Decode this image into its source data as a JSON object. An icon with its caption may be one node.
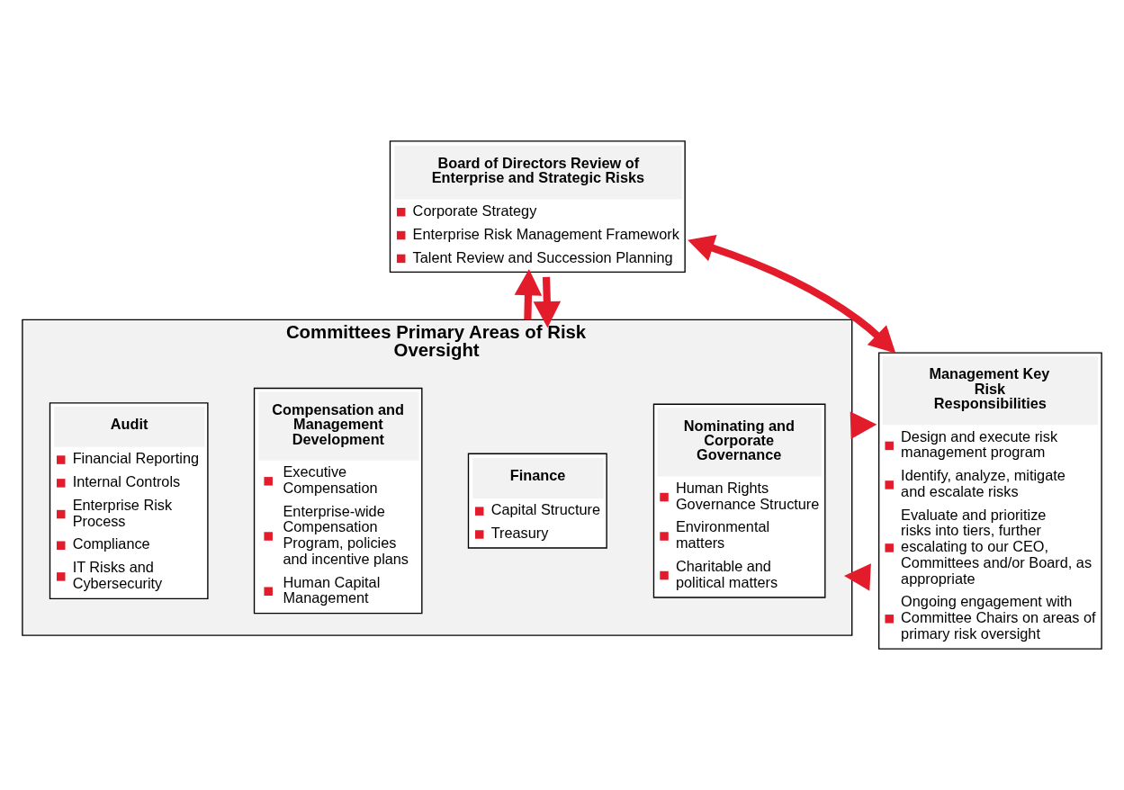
{
  "diagram": {
    "nodes": [
      {
        "text": [
          "Board of Directors Review of Enterprise and Strategic Risks",
          "Corporate Strategy",
          "Enterprise Risk Management Framework",
          "Talent Review and Succession Planning"
        ]
      },
      {
        "text": [
          "Committees Primary Areas of Risk Oversight"
        ]
      },
      {
        "text": [
          "Audit",
          "Financial Reporting",
          "Internal Controls",
          "Enterprise Risk Process",
          "Compliance",
          "IT Risks and Cybersecurity"
        ],
        "in": 1
      },
      {
        "text": [
          "Compensation and Management Development",
          "Executive Compensation",
          "Enterprise-wide Compensation Program, policies and incentive plans",
          "Human Capital Management"
        ],
        "in": 1
      },
      {
        "text": [
          "Finance",
          "Capital Structure",
          "Treasury"
        ],
        "in": 1
      },
      {
        "text": [
          "Nominating and Corporate Governance",
          "Human Rights Governance Structure",
          "Environmental matters",
          "Charitable and political matters"
        ],
        "in": 1
      },
      {
        "text": [
          "Management Key Risk Responsibilities",
          "Design and execute risk management program",
          "Identify, analyze, mitigate and escalate risks",
          "Evaluate and prioritize risks into tiers, further escalating to our CEO, Committees and/or Board, as appropriate",
          "Ongoing engagement with Committee Chairs on areas of primary risk oversight"
        ]
      }
    ],
    "edges": [
      {
        "from": 1,
        "to": 0,
        "arrow": "to"
      },
      {
        "from": 0,
        "to": 1,
        "arrow": "to"
      },
      {
        "from": 0,
        "to": 6,
        "arrow": "both"
      },
      {
        "from": 6,
        "to": 1,
        "arrow": "to"
      },
      {
        "from": 1,
        "to": 6,
        "arrow": "to"
      }
    ]
  }
}
